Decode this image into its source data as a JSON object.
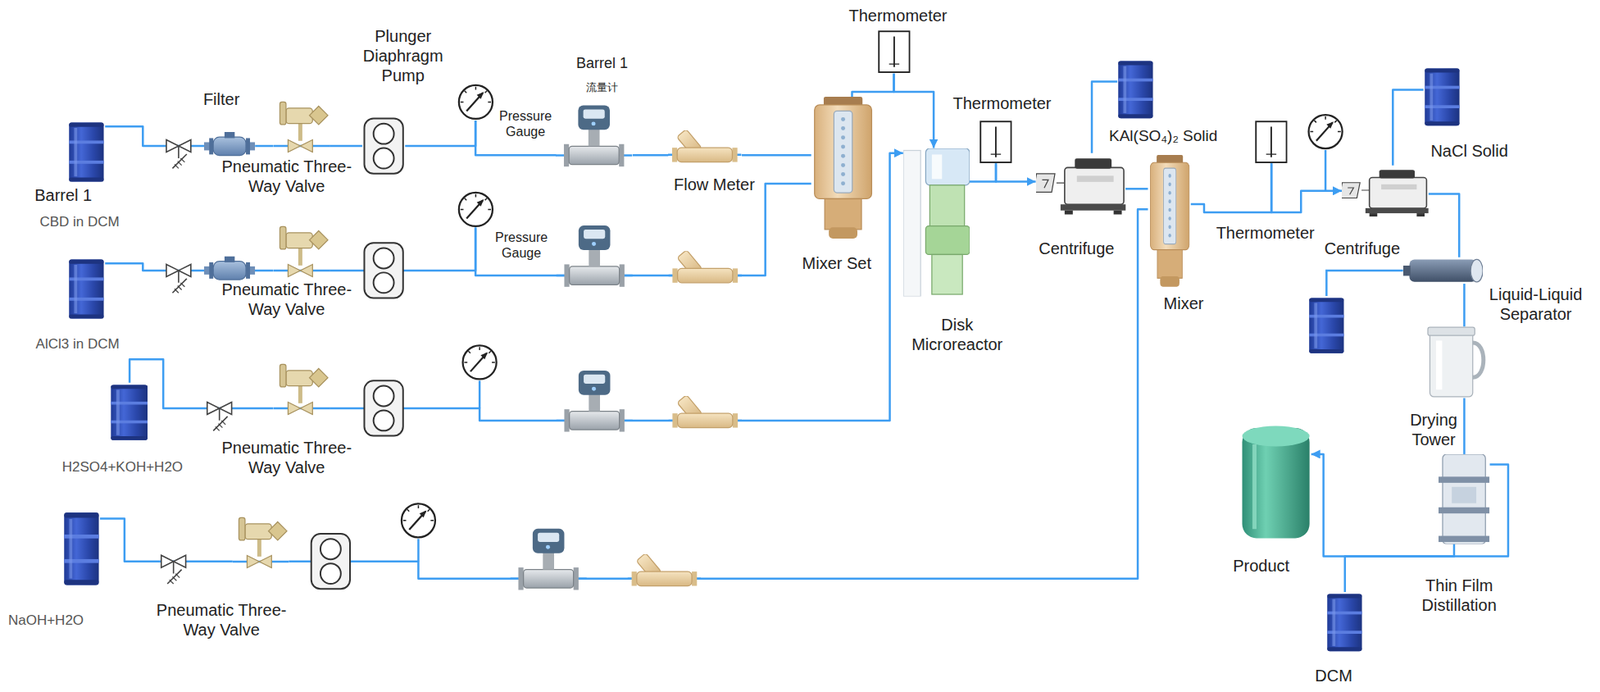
{
  "diagram": {
    "nodes": [
      {
        "text": [
          "Barrel 1",
          "CBD in DCM"
        ]
      },
      {
        "text": [
          "Filter"
        ]
      },
      {
        "text": [
          "Pneumatic Three-Way Valve"
        ]
      },
      {
        "text": [
          "Plunger Diaphragm Pump"
        ]
      },
      {
        "text": [
          "Pressure Gauge"
        ]
      },
      {
        "text": [
          "Barrel 1",
          "流量计"
        ]
      },
      {
        "text": [
          "Flow Meter"
        ]
      },
      {
        "text": [
          "Mixer Set"
        ]
      },
      {
        "text": [
          "Thermometer"
        ]
      },
      {
        "text": [
          "KAl(SO₄)₂ Solid"
        ]
      },
      {
        "text": [
          "Thermometer"
        ]
      },
      {
        "text": [
          "Disk Microreactor"
        ]
      },
      {
        "text": [
          "Centrifuge"
        ]
      },
      {
        "text": [
          "Mixer"
        ]
      },
      {
        "text": [
          "Thermometer"
        ]
      },
      {
        "text": [
          "Centrifuge"
        ]
      },
      {
        "text": [
          "NaCl Solid"
        ]
      },
      {
        "text": [
          "Liquid-Liquid Separator"
        ]
      },
      {
        "text": [
          "Drying Tower"
        ]
      },
      {
        "text": [
          "Product"
        ]
      },
      {
        "text": [
          "Thin Film Distillation"
        ]
      },
      {
        "text": [
          "DCM"
        ]
      },
      {
        "text": [
          "AlCl3 in DCM"
        ]
      },
      {
        "text": [
          "Pneumatic Three-Way Valve"
        ]
      },
      {
        "text": [
          "Pressure Gauge"
        ]
      },
      {
        "text": [
          "H2SO4+KOH+H2O"
        ]
      },
      {
        "text": [
          "Pneumatic Three-Way Valve"
        ]
      },
      {
        "text": [
          "NaOH+H2O"
        ]
      },
      {
        "text": [
          "Pneumatic Three-Way Valve"
        ]
      }
    ],
    "edges": [
      {
        "from": 0,
        "to": 1,
        "arrow": "none"
      },
      {
        "from": 1,
        "to": 2,
        "arrow": "none"
      },
      {
        "from": 2,
        "to": 3,
        "arrow": "none"
      },
      {
        "from": 3,
        "to": 4,
        "arrow": "none"
      },
      {
        "from": 4,
        "to": 5,
        "arrow": "none"
      },
      {
        "from": 5,
        "to": 6,
        "arrow": "none"
      },
      {
        "from": 6,
        "to": 7,
        "arrow": "none"
      },
      {
        "from": 22,
        "to": 23,
        "arrow": "none"
      },
      {
        "from": 23,
        "to": 24,
        "arrow": "none"
      },
      {
        "from": 24,
        "to": 7,
        "arrow": "none"
      },
      {
        "from": 25,
        "to": 26,
        "arrow": "none"
      },
      {
        "from": 26,
        "to": 11,
        "arrow": "to"
      },
      {
        "from": 27,
        "to": 28,
        "arrow": "none"
      },
      {
        "from": 28,
        "to": 13,
        "arrow": "none"
      },
      {
        "from": 7,
        "to": 8,
        "arrow": "none"
      },
      {
        "from": 8,
        "to": 11,
        "arrow": "to"
      },
      {
        "from": 11,
        "to": 10,
        "arrow": "none"
      },
      {
        "from": 10,
        "to": 12,
        "arrow": "to"
      },
      {
        "from": 12,
        "to": 9,
        "arrow": "none"
      },
      {
        "from": 12,
        "to": 13,
        "arrow": "none"
      },
      {
        "from": 13,
        "to": 14,
        "arrow": "none"
      },
      {
        "from": 14,
        "to": 15,
        "arrow": "to"
      },
      {
        "from": 15,
        "to": 16,
        "arrow": "none"
      },
      {
        "from": 15,
        "to": 17,
        "arrow": "none"
      },
      {
        "from": 17,
        "to": 18,
        "arrow": "none"
      },
      {
        "from": 18,
        "to": 20,
        "arrow": "none"
      },
      {
        "from": 20,
        "to": 19,
        "arrow": "to"
      },
      {
        "from": 20,
        "to": 21,
        "arrow": "none"
      }
    ]
  }
}
